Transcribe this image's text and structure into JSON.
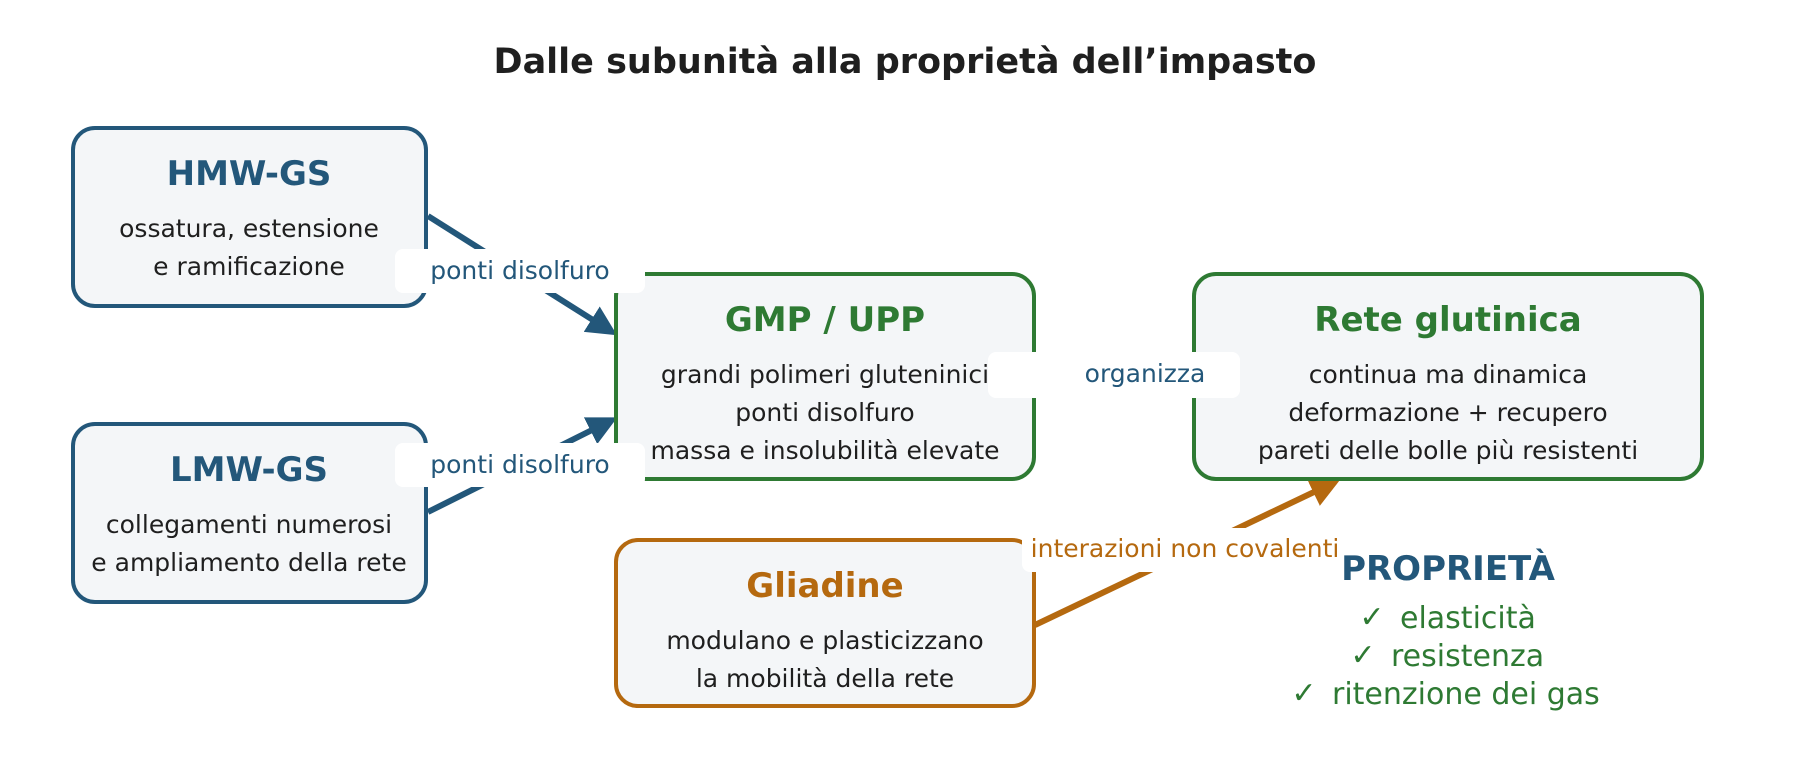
{
  "title": "Dalle subunità alla proprietà dell’impasto",
  "colors": {
    "blue": "#23577a",
    "green": "#2e7a33",
    "orange": "#b5690f",
    "box_fill": "#f4f6f8",
    "text": "#1f1f1f"
  },
  "boxes": {
    "hmw": {
      "title": "HMW-GS",
      "lines": [
        "ossatura, estensione",
        "e ramificazione"
      ]
    },
    "lmw": {
      "title": "LMW-GS",
      "lines": [
        "collegamenti numerosi",
        "e ampliamento della rete"
      ]
    },
    "gmp": {
      "title": "GMP / UPP",
      "lines": [
        "grandi polimeri gluteninici",
        "ponti disolfuro",
        "massa e insolubilità elevate"
      ]
    },
    "rete": {
      "title": "Rete glutinica",
      "lines": [
        "continua ma dinamica",
        "deformazione + recupero",
        "pareti delle bolle più resistenti"
      ]
    },
    "gliadine": {
      "title": "Gliadine",
      "lines": [
        "modulano e plasticizzano",
        "la mobilità della rete"
      ]
    }
  },
  "edges": {
    "hmw_gmp": "ponti disolfuro",
    "lmw_gmp": "ponti disolfuro",
    "gmp_rete": "organizza",
    "gliadine_rete": "interazioni non covalenti"
  },
  "properties": {
    "heading": "PROPRIETÀ",
    "check": "✓",
    "items": [
      "elasticità",
      "resistenza",
      "ritenzione dei gas"
    ]
  }
}
